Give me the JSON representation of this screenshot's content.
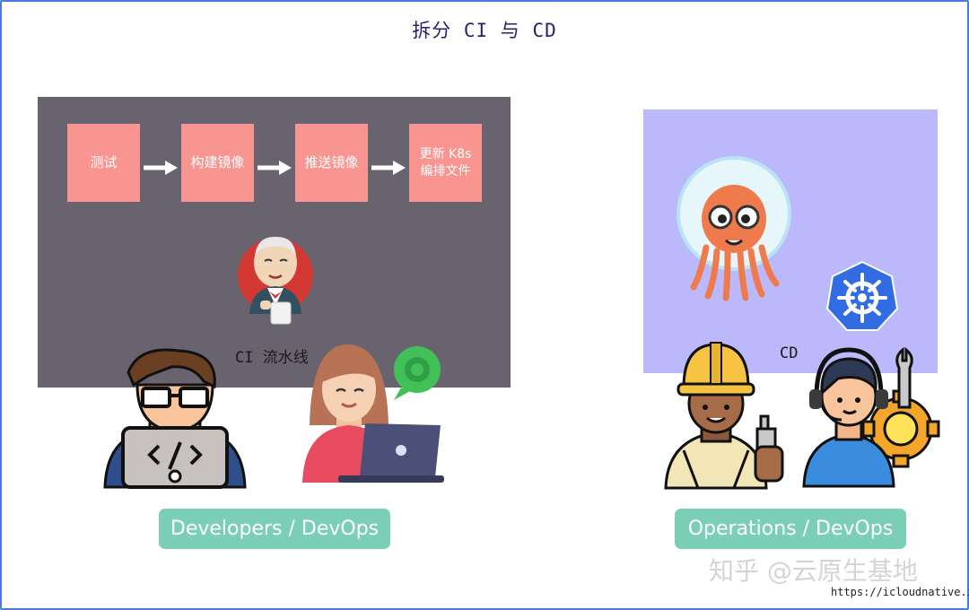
{
  "title": "拆分 CI 与 CD",
  "ci": {
    "steps": [
      "测试",
      "构建镜像",
      "推送镜像",
      "更新 K8s\n编排文件"
    ],
    "pipeline_label": "CI 流水线",
    "jenkins_icon": "jenkins-butler-icon"
  },
  "cd": {
    "label": "CD",
    "argo_icon": "argo-octopus-icon",
    "kubernetes_icon": "kubernetes-helm-icon"
  },
  "people": {
    "developers_label": "Developers / DevOps",
    "operations_label": "Operations / DevOps"
  },
  "watermark": "知乎 @云原生基地",
  "url": "https://icloudnative.io",
  "colors": {
    "ci_panel": "#68636e",
    "cd_panel": "#bbb8fc",
    "step_box": "#f99590",
    "badge": "#7ccfb7",
    "title": "#2a1f6e"
  }
}
